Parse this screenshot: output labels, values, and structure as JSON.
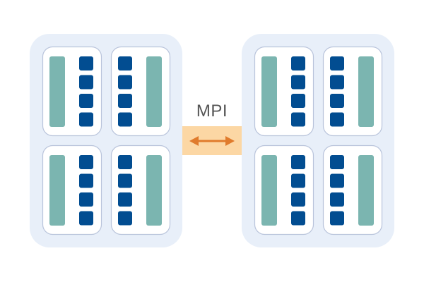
{
  "diagram": {
    "link_label": "MPI",
    "colors": {
      "node_bg": "#e8eff9",
      "card_bg": "#ffffff",
      "card_border": "#b9c4db",
      "teal_bar": "#7bb5b0",
      "blue_block": "#024d91",
      "mpi_box": "#fcd7a4",
      "mpi_arrow": "#e07b2c",
      "label_text": "#555555"
    },
    "nodes": [
      {
        "id": "node-left",
        "cards": [
          {
            "bar_side": "left",
            "blocks": 4
          },
          {
            "bar_side": "right",
            "blocks": 4
          },
          {
            "bar_side": "left",
            "blocks": 4
          },
          {
            "bar_side": "right",
            "blocks": 4
          }
        ]
      },
      {
        "id": "node-right",
        "cards": [
          {
            "bar_side": "left",
            "blocks": 4
          },
          {
            "bar_side": "right",
            "blocks": 4
          },
          {
            "bar_side": "left",
            "blocks": 4
          },
          {
            "bar_side": "right",
            "blocks": 4
          }
        ]
      }
    ]
  }
}
